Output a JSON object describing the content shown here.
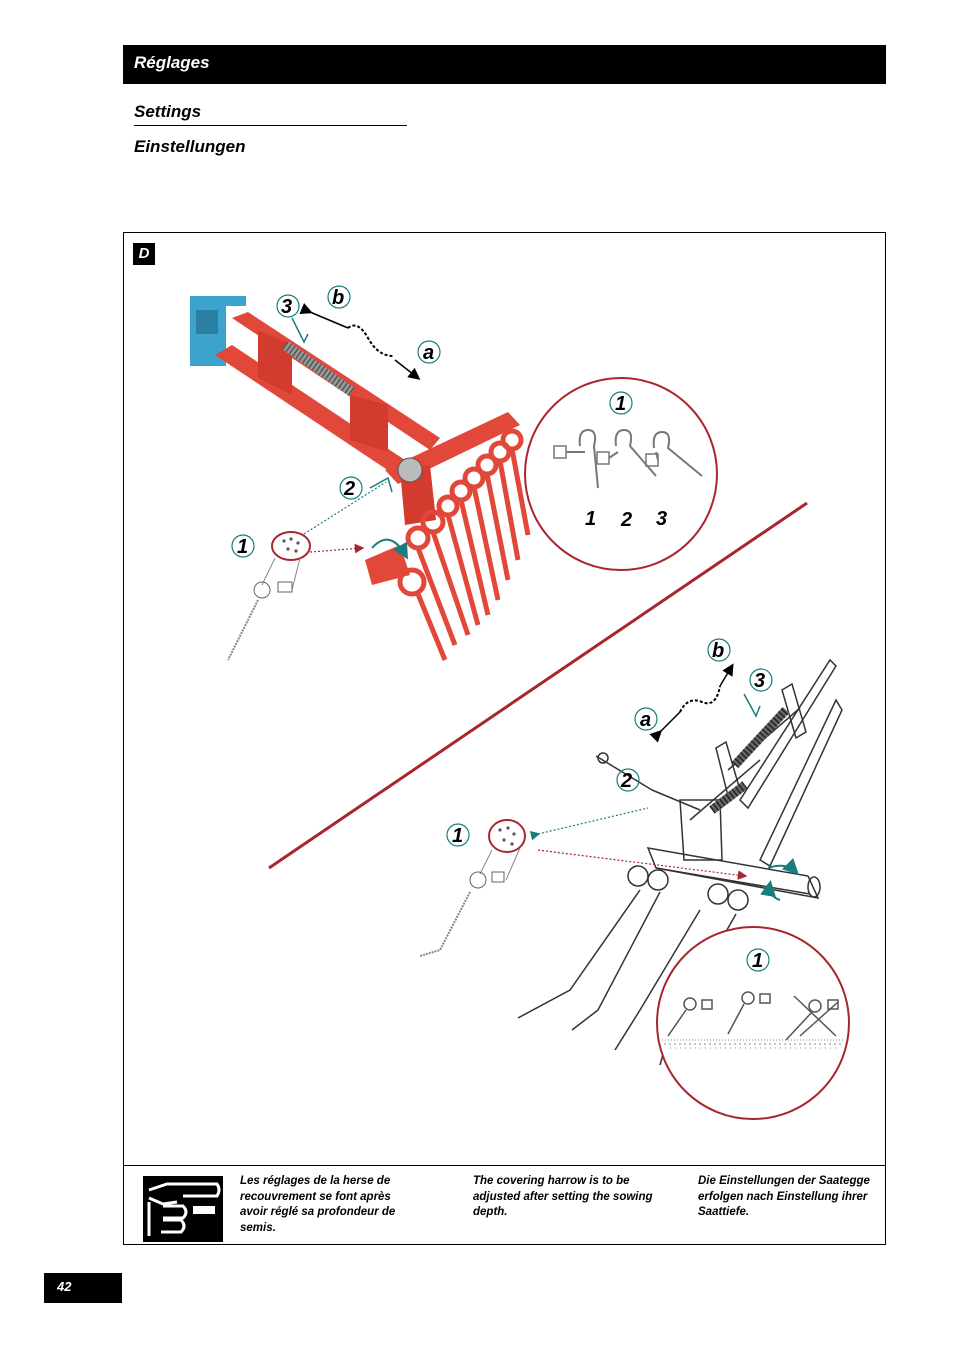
{
  "header": {
    "title": "Réglages"
  },
  "subtitles": {
    "english": "Settings",
    "german": "Einstellungen"
  },
  "figure": {
    "badge": "D",
    "top_callouts": {
      "adjust_point": "1",
      "pin": "2",
      "spring": "3",
      "direction_a": "a",
      "direction_b": "b"
    },
    "top_inset": {
      "heading": "1",
      "positions": [
        "1",
        "2",
        "3"
      ]
    },
    "bottom_callouts": {
      "adjust_point": "1",
      "pin": "2",
      "spring": "3",
      "direction_a": "a",
      "direction_b": "b"
    },
    "bottom_inset": {
      "heading": "1"
    },
    "colors": {
      "frame_red": "#e2483a",
      "frame_blue": "#3ba3cc",
      "inset_ring": "#a8262d",
      "arrow_teal": "#1a7d7d"
    }
  },
  "notes": {
    "french": "Les réglages de la herse de recouvrement se font après avoir réglé sa profondeur de semis.",
    "english": "The covering harrow is to be adjusted after setting the sowing depth.",
    "german": "Die Einstellungen der Saategge erfolgen nach Einstellung ihrer Saattiefe."
  },
  "page_number": "42"
}
